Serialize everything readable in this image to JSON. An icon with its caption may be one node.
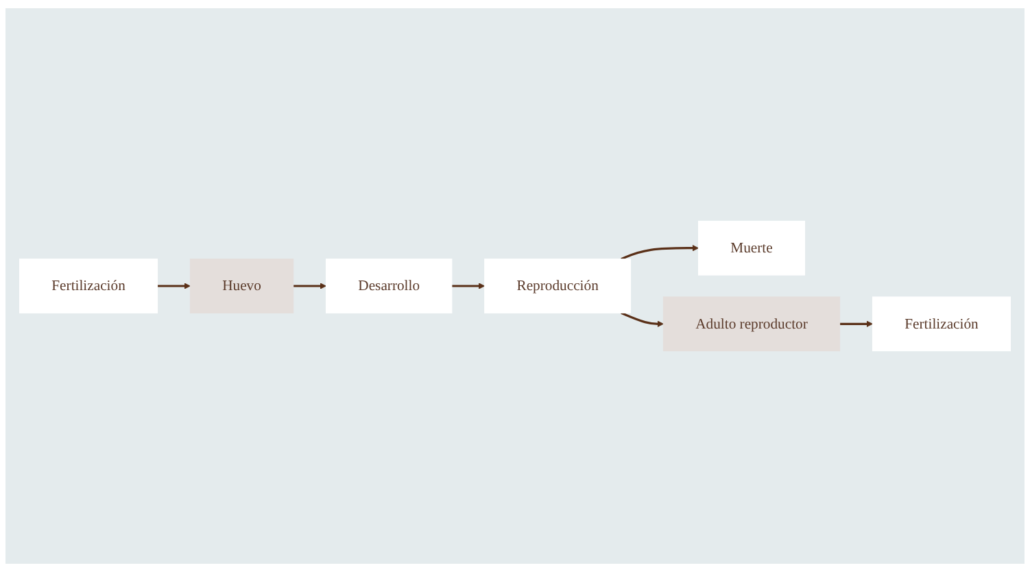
{
  "diagram": {
    "nodes": [
      {
        "text": [
          "Fertilización"
        ]
      },
      {
        "text": [
          "Huevo"
        ]
      },
      {
        "text": [
          "Desarrollo"
        ]
      },
      {
        "text": [
          "Reproducción"
        ]
      },
      {
        "text": [
          "Muerte"
        ]
      },
      {
        "text": [
          "Adulto reproductor"
        ]
      },
      {
        "text": [
          "Fertilización"
        ]
      }
    ],
    "edges": [
      {
        "from": 0,
        "to": 1,
        "arrow": "to"
      },
      {
        "from": 1,
        "to": 2,
        "arrow": "to"
      },
      {
        "from": 2,
        "to": 3,
        "arrow": "to"
      },
      {
        "from": 3,
        "to": 4,
        "arrow": "to"
      },
      {
        "from": 3,
        "to": 5,
        "arrow": "to"
      },
      {
        "from": 5,
        "to": 6,
        "arrow": "to"
      }
    ]
  }
}
